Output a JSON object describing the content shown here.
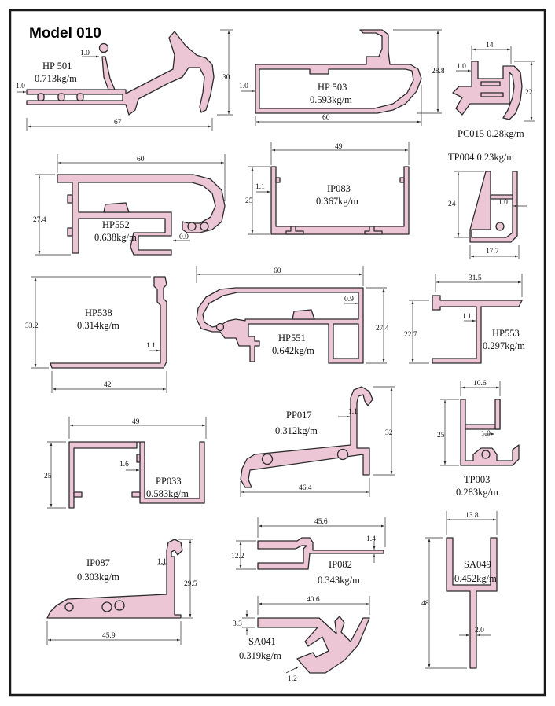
{
  "title": "Model 010",
  "colors": {
    "profile": "#ecc6d4",
    "stroke": "#2b2b2b",
    "frame": "#1a1a1a"
  },
  "profiles": {
    "hp501": {
      "code": "HP 501",
      "weight": "0.713kg/m",
      "dims": [
        "1.0",
        "1.0",
        "30",
        "67"
      ]
    },
    "hp503": {
      "code": "HP 503",
      "weight": "0.593kg/m",
      "dims": [
        "1.0",
        "28.8",
        "60"
      ]
    },
    "pc015": {
      "label": "PC015  0.28kg/m",
      "dims": [
        "14",
        "1.0",
        "22"
      ]
    },
    "hp552": {
      "code": "HP552",
      "weight": "0.638kg/m",
      "dims": [
        "60",
        "27.4",
        "0.9"
      ]
    },
    "ip083": {
      "code": "IP083",
      "weight": "0.367kg/m",
      "dims": [
        "49",
        "1.1",
        "25"
      ]
    },
    "tp004": {
      "label": "TP004  0.23kg/m",
      "dims": [
        "24",
        "1.0",
        "17.7"
      ]
    },
    "hp538": {
      "code": "HP538",
      "weight": "0.314kg/m",
      "dims": [
        "33.2",
        "1.1",
        "42"
      ]
    },
    "hp551": {
      "code": "HP551",
      "weight": "0.642kg/m",
      "dims": [
        "60",
        "0.9",
        "27.4"
      ]
    },
    "hp553": {
      "code": "HP553",
      "weight": "0.297kg/m",
      "dims": [
        "31.5",
        "22.7",
        "1.1"
      ]
    },
    "pp017": {
      "code": "PP017",
      "weight": "0.312kg/m",
      "dims": [
        "1.1",
        "32",
        "46.4"
      ]
    },
    "pp033": {
      "code": "PP033",
      "weight": "0.583kg/m",
      "dims": [
        "49",
        "25",
        "1.6"
      ]
    },
    "tp003": {
      "code": "TP003",
      "weight": "0.283kg/m",
      "dims": [
        "10.6",
        "25",
        "1.0"
      ]
    },
    "ip087": {
      "code": "IP087",
      "weight": "0.303kg/m",
      "dims": [
        "1.1",
        "29.5",
        "45.9"
      ]
    },
    "ip082": {
      "code": "IP082",
      "weight": "0.343kg/m",
      "dims": [
        "45.6",
        "1.4",
        "12.2"
      ]
    },
    "sa049": {
      "code": "SA049",
      "weight": "0.452kg/m",
      "dims": [
        "13.8",
        "48",
        "2.0"
      ]
    },
    "sa041": {
      "code": "SA041",
      "weight": "0.319kg/m",
      "dims": [
        "40.6",
        "3.3",
        "1.2"
      ]
    }
  }
}
